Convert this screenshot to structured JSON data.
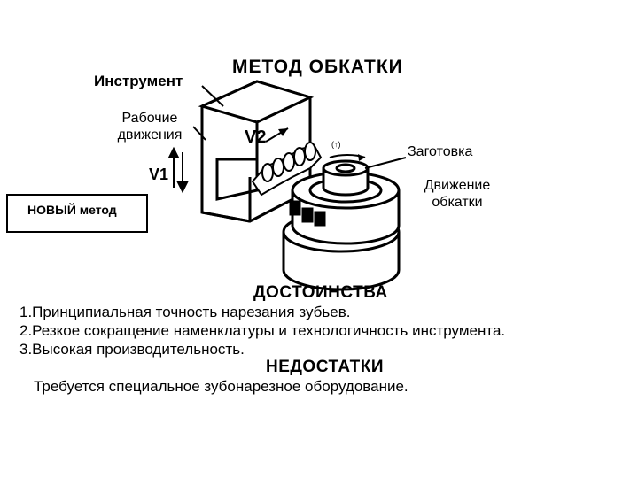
{
  "diagram": {
    "title": "МЕТОД ОБКАТКИ",
    "labels": {
      "tool": "Инструмент",
      "working_motions": [
        "Рабочие",
        "движения"
      ],
      "v2": "V2",
      "v1": "V1",
      "mark": "(↑)",
      "workpiece": "Заготовка",
      "rolling_motion": [
        "Движение",
        "обкатки"
      ]
    }
  },
  "new_method": "НОВЫЙ метод",
  "advantages": {
    "heading": "ДОСТОИНСТВА",
    "items": [
      "1.Принципиальная точность нарезания зубьев.",
      "2.Резкое сокращение наменклатуры и технологичность инструмента.",
      "3.Высокая производительность."
    ]
  },
  "disadvantages": {
    "heading": "НЕДОСТАТКИ",
    "items": [
      "Требуется специальное зубонарезное оборудование."
    ]
  }
}
